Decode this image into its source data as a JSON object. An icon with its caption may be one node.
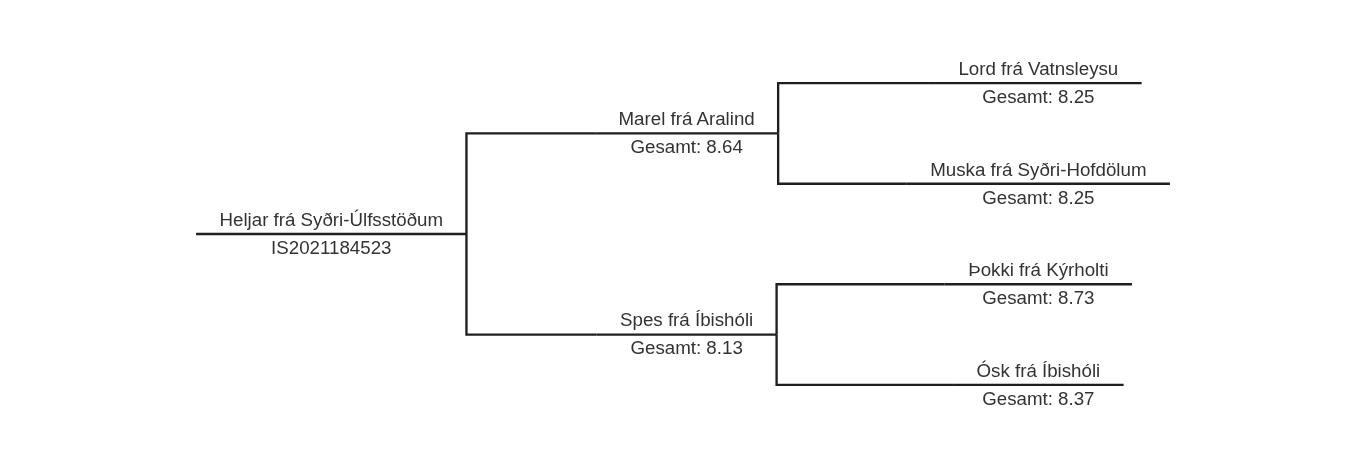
{
  "diagram": {
    "nodes": [
      {
        "text": [
          "Heljar frá Syðri-Úlfsstöðum",
          "IS2021184523"
        ]
      },
      {
        "text": [
          "Marel frá Aralind",
          "Gesamt: 8.64"
        ]
      },
      {
        "text": [
          "Spes frá Íbishóli",
          "Gesamt: 8.13"
        ]
      },
      {
        "text": [
          "Lord frá Vatnsleysu",
          "Gesamt: 8.25"
        ]
      },
      {
        "text": [
          "Muska frá Syðri-Hofdölum",
          "Gesamt: 8.25"
        ]
      },
      {
        "text": [
          "Þokki frá Kýrholti",
          "Gesamt: 8.73"
        ]
      },
      {
        "text": [
          "Ósk frá Íbishóli",
          "Gesamt: 8.37"
        ]
      }
    ],
    "edges": [
      {
        "from": 0,
        "to": 1,
        "arrow": "none"
      },
      {
        "from": 0,
        "to": 2,
        "arrow": "none"
      },
      {
        "from": 1,
        "to": 3,
        "arrow": "none"
      },
      {
        "from": 1,
        "to": 4,
        "arrow": "none"
      },
      {
        "from": 2,
        "to": 5,
        "arrow": "none"
      },
      {
        "from": 2,
        "to": 6,
        "arrow": "none"
      }
    ]
  }
}
